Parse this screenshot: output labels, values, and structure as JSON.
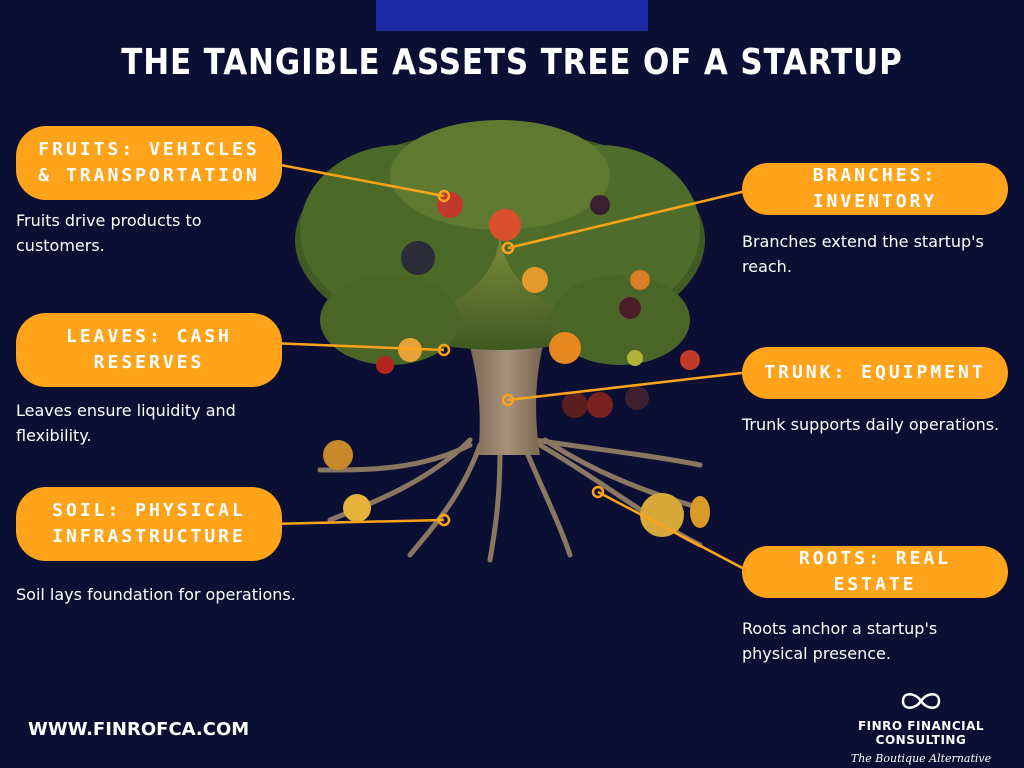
{
  "title": "THE TANGIBLE ASSETS TREE OF A STARTUP",
  "left_items": [
    {
      "label": "FRUITS: VEHICLES & TRANSPORTATION",
      "description": "Fruits drive products to customers."
    },
    {
      "label": "LEAVES: CASH RESERVES",
      "description": "Leaves ensure liquidity and flexibility."
    },
    {
      "label": "SOIL: PHYSICAL INFRASTRUCTURE",
      "description": "Soil lays foundation for operations."
    }
  ],
  "right_items": [
    {
      "label": "BRANCHES: INVENTORY",
      "description": "Branches extend the startup's reach."
    },
    {
      "label": "TRUNK: EQUIPMENT",
      "description": "Trunk supports daily operations."
    },
    {
      "label": "ROOTS: REAL ESTATE",
      "description": "Roots anchor a startup's physical presence."
    }
  ],
  "footer": {
    "website": "WWW.FINROFCA.COM",
    "brand_name": "FINRO FINANCIAL CONSULTING",
    "brand_tagline": "The Boutique Alternative"
  },
  "colors": {
    "background": "#0b0f33",
    "accent": "#ffa31a",
    "top_bar": "#1d2aa6"
  }
}
